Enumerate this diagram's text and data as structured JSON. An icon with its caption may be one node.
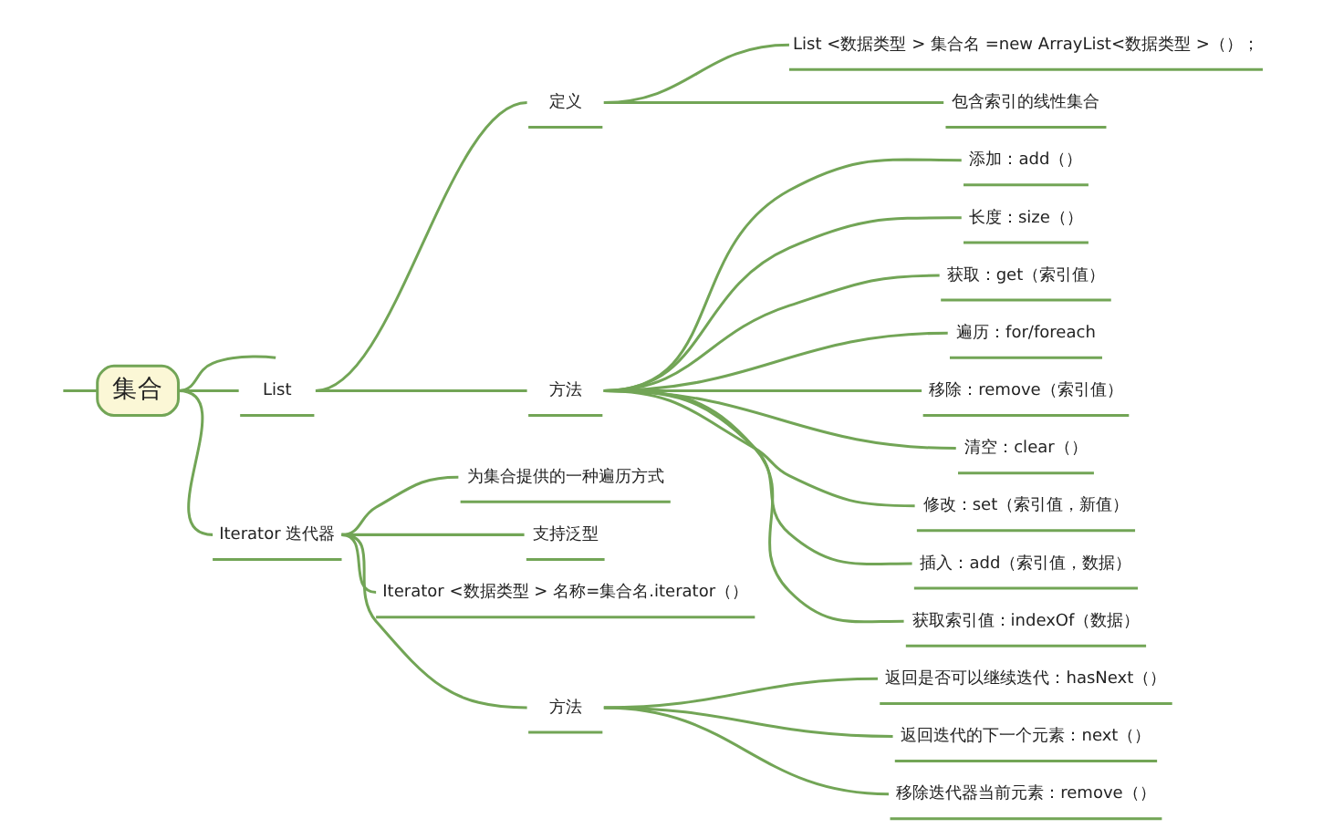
{
  "diagram": {
    "nodes": [
      {
        "text": [
          "集合"
        ]
      },
      {
        "text": [
          "List"
        ]
      },
      {
        "text": [
          "定义"
        ]
      },
      {
        "text": [
          "List <数据类型 > 集合名 =new ArrayList<数据类型 >（）；"
        ]
      },
      {
        "text": [
          "包含索引的线性集合"
        ]
      },
      {
        "text": [
          "方法"
        ]
      },
      {
        "text": [
          "添加：add（）"
        ]
      },
      {
        "text": [
          "长度：size（）"
        ]
      },
      {
        "text": [
          "获取：get（索引值）"
        ]
      },
      {
        "text": [
          "遍历：for/foreach"
        ]
      },
      {
        "text": [
          "移除：remove（索引值）"
        ]
      },
      {
        "text": [
          "清空：clear（）"
        ]
      },
      {
        "text": [
          "修改：set（索引值，新值）"
        ]
      },
      {
        "text": [
          "插入：add（索引值，数据）"
        ]
      },
      {
        "text": [
          "获取索引值：indexOf（数据）"
        ]
      },
      {
        "text": [
          "Iterator 迭代器"
        ]
      },
      {
        "text": [
          "为集合提供的一种遍历方式"
        ]
      },
      {
        "text": [
          "支持泛型"
        ]
      },
      {
        "text": [
          "Iterator <数据类型 > 名称=集合名.iterator（）"
        ]
      },
      {
        "text": [
          "方法"
        ]
      },
      {
        "text": [
          "返回是否可以继续迭代：hasNext（）"
        ]
      },
      {
        "text": [
          "返回迭代的下一个元素：next（）"
        ]
      },
      {
        "text": [
          "移除迭代器当前元素：remove（）"
        ]
      }
    ],
    "edges": [
      {
        "from": null,
        "to": 0,
        "arrow": "none"
      },
      {
        "from": 0,
        "to": null,
        "arrow": "none"
      },
      {
        "from": 0,
        "to": 1,
        "arrow": "none"
      },
      {
        "from": 1,
        "to": 2,
        "arrow": "none"
      },
      {
        "from": 2,
        "to": 3,
        "arrow": "none"
      },
      {
        "from": 2,
        "to": 4,
        "arrow": "none"
      },
      {
        "from": 1,
        "to": 5,
        "arrow": "none"
      },
      {
        "from": 5,
        "to": 6,
        "arrow": "none"
      },
      {
        "from": 5,
        "to": 7,
        "arrow": "none"
      },
      {
        "from": 5,
        "to": 8,
        "arrow": "none"
      },
      {
        "from": 5,
        "to": 9,
        "arrow": "none"
      },
      {
        "from": 5,
        "to": 10,
        "arrow": "none"
      },
      {
        "from": 5,
        "to": 11,
        "arrow": "none"
      },
      {
        "from": 5,
        "to": 12,
        "arrow": "none"
      },
      {
        "from": 5,
        "to": 13,
        "arrow": "none"
      },
      {
        "from": 5,
        "to": 14,
        "arrow": "none"
      },
      {
        "from": 0,
        "to": 15,
        "arrow": "none"
      },
      {
        "from": 15,
        "to": 16,
        "arrow": "none"
      },
      {
        "from": 15,
        "to": 17,
        "arrow": "none"
      },
      {
        "from": 15,
        "to": 18,
        "arrow": "none"
      },
      {
        "from": 15,
        "to": 19,
        "arrow": "none"
      },
      {
        "from": 19,
        "to": 20,
        "arrow": "none"
      },
      {
        "from": 19,
        "to": 21,
        "arrow": "none"
      },
      {
        "from": 19,
        "to": 22,
        "arrow": "none"
      }
    ]
  }
}
